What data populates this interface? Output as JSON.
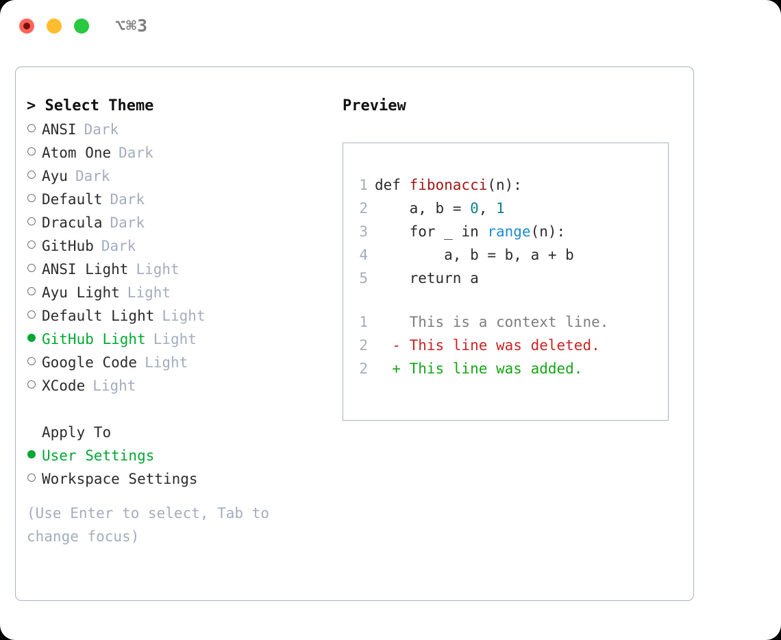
{
  "titlebar": {
    "shortcut": "⌥⌘3",
    "buttons": [
      "close",
      "minimize",
      "maximize"
    ]
  },
  "theme_picker": {
    "header": "> Select Theme",
    "prompt_symbol": ">",
    "header_label": "Select Theme",
    "items": [
      {
        "label": "ANSI",
        "badge": "Dark",
        "selected": false
      },
      {
        "label": "Atom One",
        "badge": "Dark",
        "selected": false
      },
      {
        "label": "Ayu",
        "badge": "Dark",
        "selected": false
      },
      {
        "label": "Default",
        "badge": "Dark",
        "selected": false
      },
      {
        "label": "Dracula",
        "badge": "Dark",
        "selected": false
      },
      {
        "label": "GitHub",
        "badge": "Dark",
        "selected": false
      },
      {
        "label": "ANSI Light",
        "badge": "Light",
        "selected": false
      },
      {
        "label": "Ayu Light",
        "badge": "Light",
        "selected": false
      },
      {
        "label": "Default Light",
        "badge": "Light",
        "selected": false
      },
      {
        "label": "GitHub Light",
        "badge": "Light",
        "selected": true
      },
      {
        "label": "Google Code",
        "badge": "Light",
        "selected": false
      },
      {
        "label": "XCode",
        "badge": "Light",
        "selected": false
      }
    ]
  },
  "apply_to": {
    "header": "Apply To",
    "items": [
      {
        "label": "User Settings",
        "selected": true
      },
      {
        "label": "Workspace Settings",
        "selected": false
      }
    ]
  },
  "hint": "(Use Enter to select, Tab to change focus)",
  "preview": {
    "title": "Preview",
    "code_lines": [
      {
        "num": "1",
        "indent": "",
        "parts": [
          {
            "text": "def ",
            "tok": "plain"
          },
          {
            "text": "fibonacci",
            "tok": "fn"
          },
          {
            "text": "(n):",
            "tok": "plain"
          }
        ]
      },
      {
        "num": "2",
        "indent": "    ",
        "parts": [
          {
            "text": "a, b = ",
            "tok": "plain"
          },
          {
            "text": "0",
            "tok": "num"
          },
          {
            "text": ", ",
            "tok": "plain"
          },
          {
            "text": "1",
            "tok": "num"
          }
        ]
      },
      {
        "num": "3",
        "indent": "    ",
        "parts": [
          {
            "text": "for _ in ",
            "tok": "plain"
          },
          {
            "text": "range",
            "tok": "builtin"
          },
          {
            "text": "(n):",
            "tok": "plain"
          }
        ]
      },
      {
        "num": "4",
        "indent": "        ",
        "parts": [
          {
            "text": "a, b = b, a + b",
            "tok": "plain"
          }
        ]
      },
      {
        "num": "5",
        "indent": "    ",
        "parts": [
          {
            "text": "return a",
            "tok": "plain"
          }
        ]
      }
    ],
    "diff_lines": [
      {
        "num": "1",
        "marker": " ",
        "text": "This is a context line.",
        "kind": "ctx"
      },
      {
        "num": "2",
        "marker": "-",
        "text": "This line was deleted.",
        "kind": "del"
      },
      {
        "num": "2",
        "marker": "+",
        "text": "This line was added.",
        "kind": "add"
      }
    ]
  },
  "colors": {
    "accent_green": "#00a832",
    "muted": "#a3adbd",
    "border": "#aab2c0",
    "text": "#2b2b2b",
    "diff_add": "#14a514",
    "diff_del": "#cc2222",
    "diff_ctx": "#7d7d7d",
    "tok_fn": "#a31515",
    "tok_num": "#087f8c",
    "tok_builtin": "#1a8cd0",
    "dot_close": "#fe6359",
    "dot_min": "#febc2e",
    "dot_max": "#28c840"
  }
}
